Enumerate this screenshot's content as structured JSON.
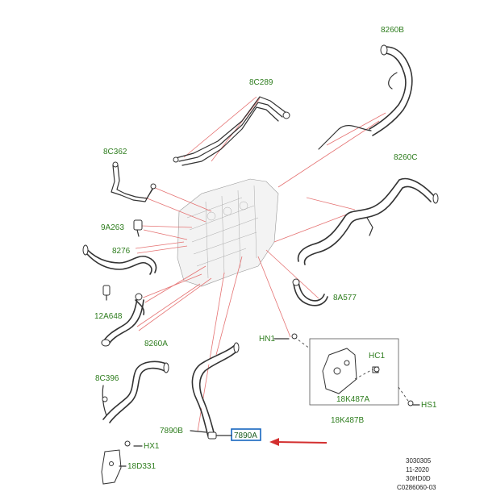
{
  "labels": {
    "l_8260B": "8260B",
    "l_8C289": "8C289",
    "l_8C362": "8C362",
    "l_8260C": "8260C",
    "l_9A263": "9A263",
    "l_8276": "8276",
    "l_8A577": "8A577",
    "l_12A648": "12A648",
    "l_8260A": "8260A",
    "l_HN1": "HN1",
    "l_HC1": "HC1",
    "l_8C396": "8C396",
    "l_18K487A": "18K487A",
    "l_HS1": "HS1",
    "l_18K487B": "18K487B",
    "l_7890B": "7890B",
    "l_7890A": "7890A",
    "l_HX1": "HX1",
    "l_18D331": "18D331"
  },
  "footer": {
    "line1": "3030305",
    "line2": "11-2020",
    "line3": "30HD0D",
    "line4": "C0286060-03"
  },
  "colors": {
    "label": "#2e7d1e",
    "leader": "#e57373",
    "highlight_box": "#1565c0",
    "arrow": "#d32f2f"
  },
  "highlighted_part": "7890A"
}
